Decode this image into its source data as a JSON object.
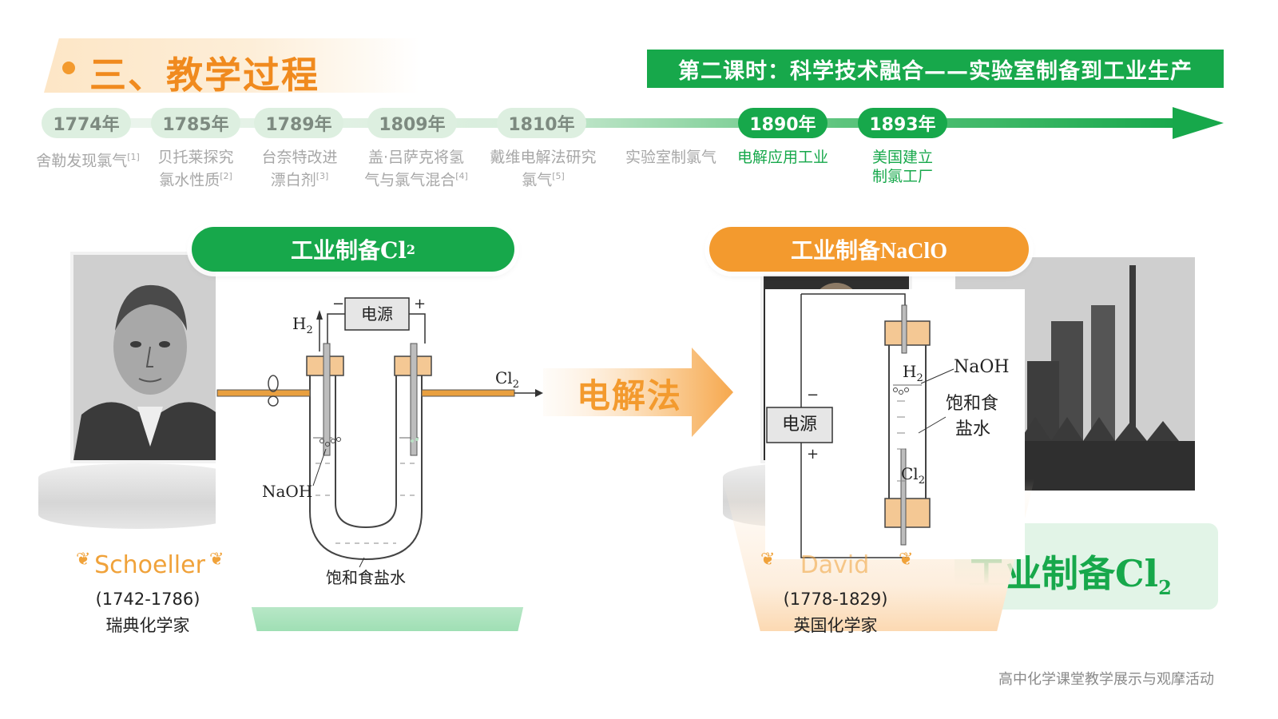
{
  "header": {
    "title": "三、教学过程",
    "lesson": "第二课时：科学技术融合——实验室制备到工业生产"
  },
  "timeline": [
    {
      "year": "1774年",
      "caption_line1": "舍勒发现氯气",
      "caption_line2": "",
      "ref": "[1]",
      "status": "past"
    },
    {
      "year": "1785年",
      "caption_line1": "贝托莱探究",
      "caption_line2": "氯水性质",
      "ref": "[2]",
      "status": "past"
    },
    {
      "year": "1789年",
      "caption_line1": "台奈特改进",
      "caption_line2": "漂白剂",
      "ref": "[3]",
      "status": "past"
    },
    {
      "year": "1809年",
      "caption_line1": "盖·吕萨克将氢",
      "caption_line2": "气与氯气混合",
      "ref": "[4]",
      "status": "past"
    },
    {
      "year": "1810年",
      "caption_line1": "戴维电解法研究",
      "caption_line2": "氯气",
      "ref": "[5]",
      "status": "past"
    },
    {
      "year": "",
      "caption_line1": "实验室制氯气",
      "caption_line2": "",
      "ref": "",
      "status": "past"
    },
    {
      "year": "1890年",
      "caption_line1": "电解应用工业",
      "caption_line2": "",
      "ref": "",
      "status": "current"
    },
    {
      "year": "1893年",
      "caption_line1": "美国建立",
      "caption_line2": "制氯工厂",
      "ref": "",
      "status": "current"
    }
  ],
  "left_panel": {
    "tag": "工业制备Cl",
    "tag_sub": "2",
    "scientist_name": "Schoeller",
    "scientist_years": "(1742-1786)",
    "scientist_role": "瑞典化学家",
    "apparatus": {
      "power": "电源",
      "minus": "−",
      "plus": "+",
      "h2": "H",
      "h2_sub": "2",
      "cl2": "Cl",
      "cl2_sub": "2",
      "naoh": "NaOH",
      "brine": "饱和食盐水"
    }
  },
  "center": {
    "method": "电解法"
  },
  "right_panel": {
    "tag": "工业制备NaClO",
    "scientist_name": "David",
    "scientist_years": "(1778-1829)",
    "scientist_role": "英国化学家",
    "apparatus": {
      "power": "电源",
      "minus": "−",
      "plus": "+",
      "h2": "H",
      "h2_sub": "2",
      "cl2": "Cl",
      "cl2_sub": "2",
      "naoh": "NaOH",
      "brine_line1": "饱和食",
      "brine_line2": "盐水"
    },
    "card_text": "工业制备Cl",
    "card_sub": "2"
  },
  "footer": "高中化学课堂教学展示与观摩活动",
  "colors": {
    "green": "#17a84b",
    "orange": "#f39a2e",
    "grey_text": "#a7a7a7"
  }
}
